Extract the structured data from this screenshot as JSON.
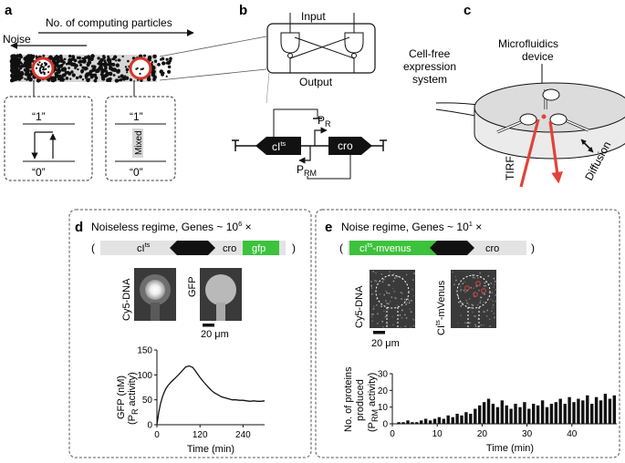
{
  "panels": {
    "a": {
      "label": "a",
      "arrow_left_label": "Noise",
      "arrow_right_label": "No. of computing particles",
      "state_high": "“1”",
      "state_low": "“0”",
      "mixed_label": "Mixed"
    },
    "b": {
      "label": "b",
      "input_label": "Input",
      "output_label": "Output",
      "promoter_r": "P",
      "promoter_r_sub": "R",
      "promoter_rm": "P",
      "promoter_rm_sub": "RM",
      "gene_ci": "cI",
      "gene_ci_sup": "ts",
      "gene_cro": "cro"
    },
    "c": {
      "label": "c",
      "device_label_1": "Microfluidics",
      "device_label_2": "device",
      "cellfree_1": "Cell-free",
      "cellfree_2": "expression",
      "cellfree_3": "system",
      "tirf": "TIRF",
      "diffusion": "Diffusion"
    },
    "d": {
      "label": "d",
      "title": "Noiseless regime, Genes ~ 10",
      "title_exp": "6",
      "title_tail": " ×",
      "construct_open": "(",
      "construct_close": ")",
      "gene_ci": "cI",
      "gene_ci_sup": "ts",
      "gene_cro": "cro",
      "gene_gfp": "gfp",
      "img1_label": "Cy5-DNA",
      "img2_label": "GFP",
      "scalebar": "20 μm",
      "ylabel_1": "GFP (nM)",
      "ylabel_2": "(P",
      "ylabel_2_sub": "R",
      "ylabel_2_tail": " activity)",
      "xlabel": "Time (min)"
    },
    "e": {
      "label": "e",
      "title": "Noise regime, Genes ~ 10",
      "title_exp": "1",
      "title_tail": " ×",
      "construct_open": "(",
      "construct_close": ")",
      "gene_fusion": "cI",
      "gene_fusion_sup": "ts",
      "gene_fusion_tail": "-mvenus",
      "gene_cro": "cro",
      "img1_label": "Cy5-DNA",
      "img2_label": "CI",
      "img2_label_sup": "ts",
      "img2_label_tail": "-mVenus",
      "scalebar": "20 μm",
      "ylabel_1": "No. of proteins",
      "ylabel_2": "produced",
      "ylabel_3": "(P",
      "ylabel_3_sub": "RM",
      "ylabel_3_tail": " activity)",
      "xlabel": "Time (min)"
    }
  },
  "colors": {
    "accent_green": "#3cc23c",
    "tirf_red": "#e0433a",
    "bead_ring_red": "#d8352a",
    "panel_border": "#555555"
  },
  "chart_data": [
    {
      "type": "line",
      "panel": "d",
      "xlabel": "Time (min)",
      "ylabel": "GFP (nM) (PR activity)",
      "xlim": [
        0,
        300
      ],
      "ylim": [
        0,
        150
      ],
      "xticks": [
        0,
        120,
        240
      ],
      "yticks": [
        0,
        50,
        100,
        150
      ],
      "x": [
        0,
        5,
        10,
        15,
        20,
        25,
        30,
        40,
        50,
        60,
        70,
        80,
        90,
        100,
        110,
        120,
        130,
        140,
        150,
        160,
        170,
        180,
        190,
        200,
        210,
        220,
        230,
        240,
        250,
        260,
        270,
        280,
        290,
        300
      ],
      "y": [
        0,
        25,
        42,
        55,
        65,
        72,
        78,
        86,
        93,
        100,
        108,
        116,
        118,
        115,
        105,
        95,
        86,
        78,
        70,
        64,
        60,
        56,
        54,
        52,
        50,
        50,
        49,
        49,
        48,
        47,
        48,
        47,
        47,
        48
      ]
    },
    {
      "type": "bar",
      "panel": "e",
      "xlabel": "Time (min)",
      "ylabel": "No. of proteins produced (PRM activity)",
      "xlim": [
        0,
        50
      ],
      "ylim": [
        0,
        30
      ],
      "xticks": [
        0,
        10,
        20,
        30,
        40
      ],
      "yticks": [
        0,
        10,
        20,
        30
      ],
      "x": [
        0,
        1,
        2,
        3,
        4,
        5,
        6,
        7,
        8,
        9,
        10,
        11,
        12,
        13,
        14,
        15,
        16,
        17,
        18,
        19,
        20,
        21,
        22,
        23,
        24,
        25,
        26,
        27,
        28,
        29,
        30,
        31,
        32,
        33,
        34,
        35,
        36,
        37,
        38,
        39,
        40,
        41,
        42,
        43,
        44,
        45,
        46,
        47,
        48,
        49
      ],
      "values": [
        0,
        1,
        1,
        2,
        1,
        1,
        2,
        3,
        2,
        3,
        4,
        3,
        5,
        4,
        6,
        5,
        7,
        6,
        9,
        11,
        13,
        15,
        12,
        10,
        14,
        11,
        9,
        12,
        10,
        13,
        9,
        12,
        11,
        14,
        10,
        12,
        13,
        15,
        12,
        16,
        13,
        15,
        14,
        17,
        12,
        16,
        14,
        18,
        15,
        17
      ]
    }
  ]
}
